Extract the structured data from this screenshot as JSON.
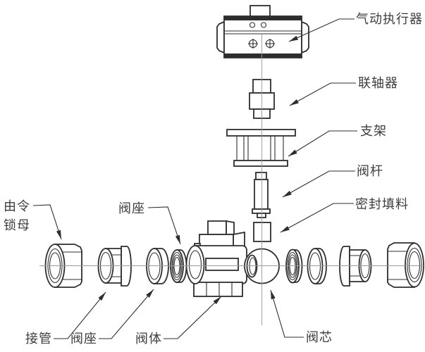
{
  "labels": {
    "pneumatic_actuator": "气动执行器",
    "coupling": "联轴器",
    "bracket": "支架",
    "valve_stem": "阀杆",
    "sealing_packing": "密封填料",
    "union_lock_nut_line1": "由令",
    "union_lock_nut_line2": "锁母",
    "valve_seat_upper": "阀座",
    "pipe_fitting": "接管",
    "valve_seat_lower": "阀座",
    "valve_body": "阀体",
    "valve_core": "阀芯"
  },
  "colors": {
    "line": "#2e2e2e",
    "centerline": "#9a9a9a",
    "text": "#3d3d3d",
    "background": "#ffffff"
  }
}
